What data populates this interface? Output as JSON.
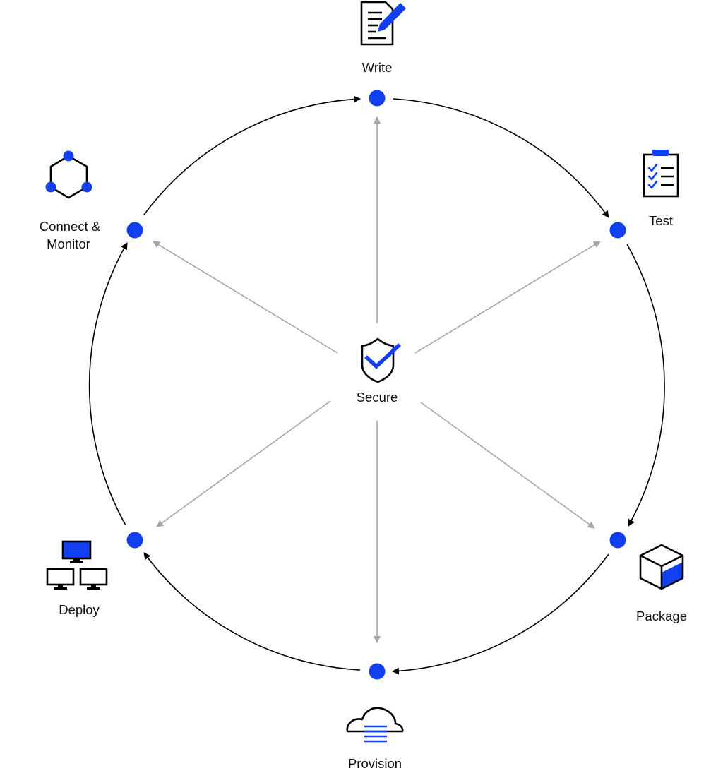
{
  "center": {
    "label": "Secure",
    "icon": "shield-check-icon"
  },
  "stages": [
    {
      "id": "write",
      "label": "Write",
      "icon": "document-pencil-icon"
    },
    {
      "id": "test",
      "label": "Test",
      "icon": "clipboard-checklist-icon"
    },
    {
      "id": "package",
      "label": "Package",
      "icon": "cube-icon"
    },
    {
      "id": "provision",
      "label": "Provision",
      "icon": "cloud-icon"
    },
    {
      "id": "deploy",
      "label": "Deploy",
      "icon": "network-computers-icon"
    },
    {
      "id": "connect",
      "label_lines": [
        "Connect &",
        "Monitor"
      ],
      "icon": "hexagon-nodes-icon"
    }
  ],
  "colors": {
    "accent": "#1240f0",
    "cycle_arrow": "#000000",
    "spoke_arrow": "#a6a6a6"
  }
}
